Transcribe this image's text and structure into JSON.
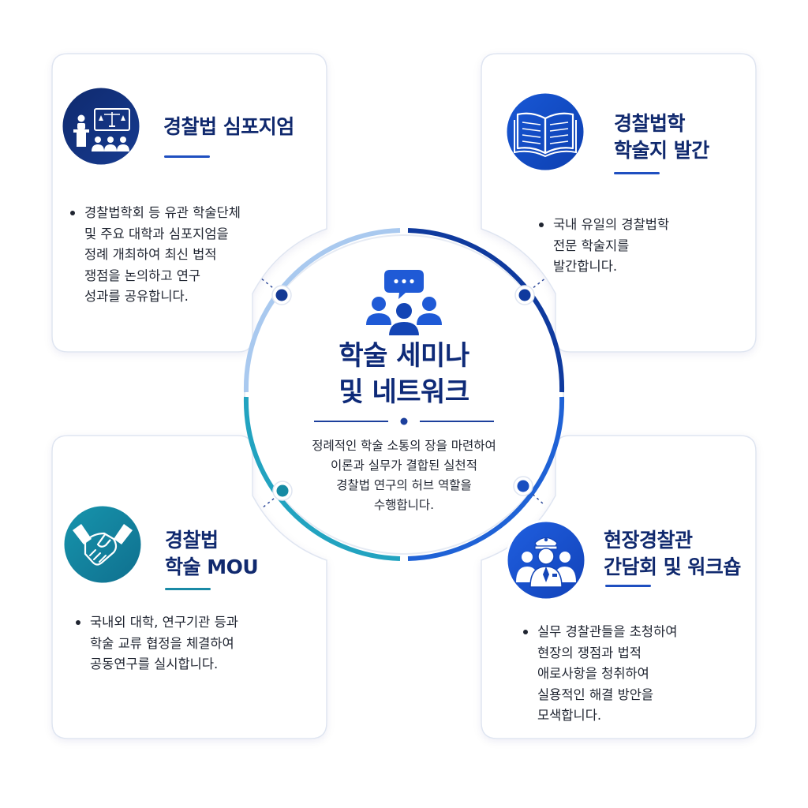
{
  "center": {
    "title_lines": [
      "학술 세미나",
      "및 네트워크"
    ],
    "description_lines": [
      "정례적인 학술 소통의 장을 마련하여",
      "이론과 실무가 결합된 실천적",
      "경찰법 연구의 허브 역할을",
      "수행합니다."
    ],
    "icon": "people-chat-icon"
  },
  "cards": [
    {
      "key": "symposium",
      "icon": "lecture-scales-icon",
      "title_lines": [
        "경찰법 심포지엄"
      ],
      "bullet_lines": [
        "경찰법학회 등 유관 학술단체",
        "및 주요 대학과 심포지엄을",
        "정례 개최하여 최신 법적",
        "쟁점을 논의하고 연구",
        "성과를 공유합니다."
      ]
    },
    {
      "key": "journal",
      "icon": "open-book-icon",
      "title_lines": [
        "경찰법학",
        "학술지 발간"
      ],
      "bullet_lines": [
        "국내 유일의 경찰법학",
        "전문 학술지를",
        "발간합니다."
      ]
    },
    {
      "key": "mou",
      "icon": "handshake-icon",
      "title_lines": [
        "경찰법",
        "학술 MOU"
      ],
      "bullet_lines": [
        "국내외 대학, 연구기관 등과",
        "학술 교류 협정을 체결하여",
        "공동연구를 실시합니다."
      ]
    },
    {
      "key": "workshop",
      "icon": "police-officers-icon",
      "title_lines": [
        "현장경찰관",
        "간담회 및 워크숍"
      ],
      "bullet_lines": [
        "실무 경찰관들을 초청하여",
        "현장의 쟁점과 법적",
        "애로사항을 청취하여",
        "실용적인 해결 방안을",
        "모색합니다."
      ]
    }
  ],
  "colors": {
    "navy": "#10296e",
    "blue": "#1f4fc0",
    "teal": "#158aa3",
    "light_blue": "#a9c9ef",
    "card_border": "#dfe5f1"
  }
}
